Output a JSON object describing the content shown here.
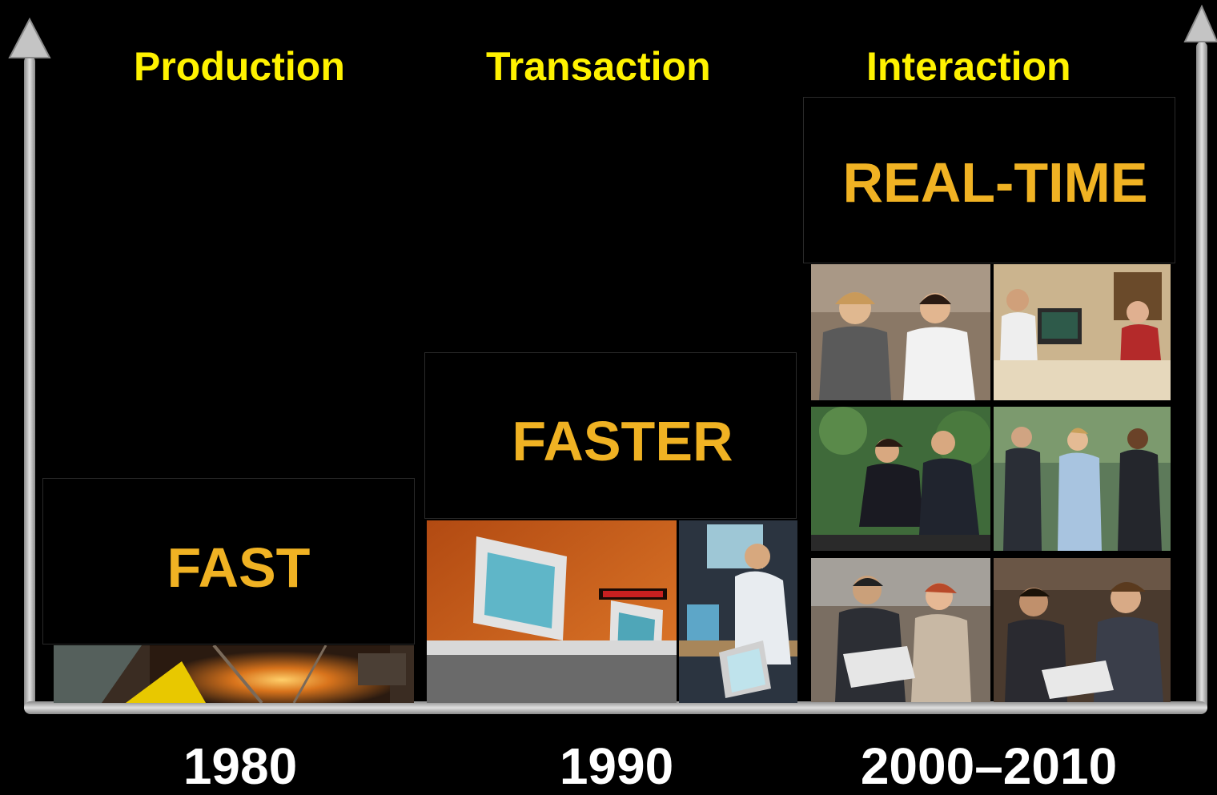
{
  "eras": [
    {
      "name": "Production",
      "speed": "FAST",
      "year": "1980"
    },
    {
      "name": "Transaction",
      "speed": "FASTER",
      "year": "1990"
    },
    {
      "name": "Interaction",
      "speed": "REAL-TIME",
      "year": "2000–2010"
    }
  ],
  "colors": {
    "background": "#000000",
    "era_label": "#FFF200",
    "speed_label": "#F0B223",
    "year_label": "#FFFFFF",
    "axis": "#B8B8B8"
  },
  "icons": {
    "axis_arrow": "up-arrow-icon"
  }
}
